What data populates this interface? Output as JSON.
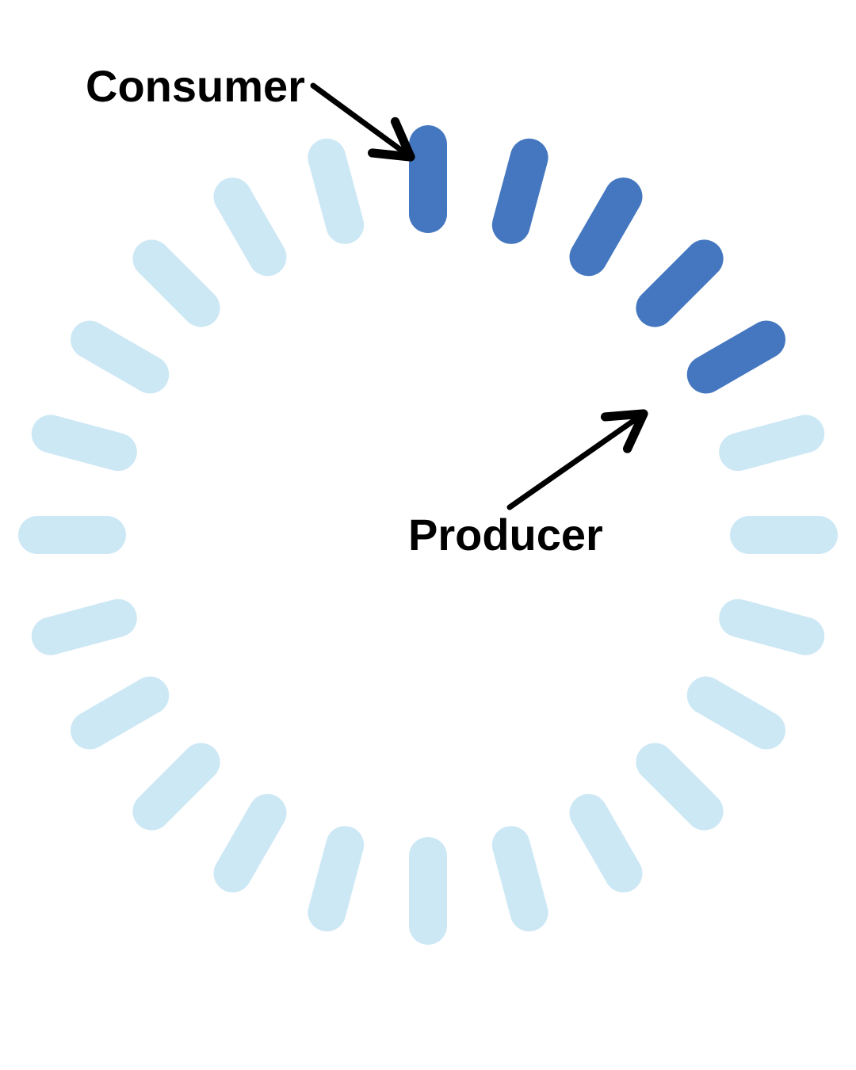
{
  "diagram": {
    "type": "ring-buffer",
    "slot_count": 24,
    "filled_slots": [
      0,
      1,
      2,
      3,
      4
    ],
    "labels": {
      "consumer": "Consumer",
      "producer": "Producer"
    },
    "consumer_slot": 0,
    "producer_slot": 4,
    "colors": {
      "filled": "#4477bf",
      "empty": "#cde8f5",
      "arrow": "#000000",
      "text": "#000000",
      "background": "#ffffff"
    }
  }
}
